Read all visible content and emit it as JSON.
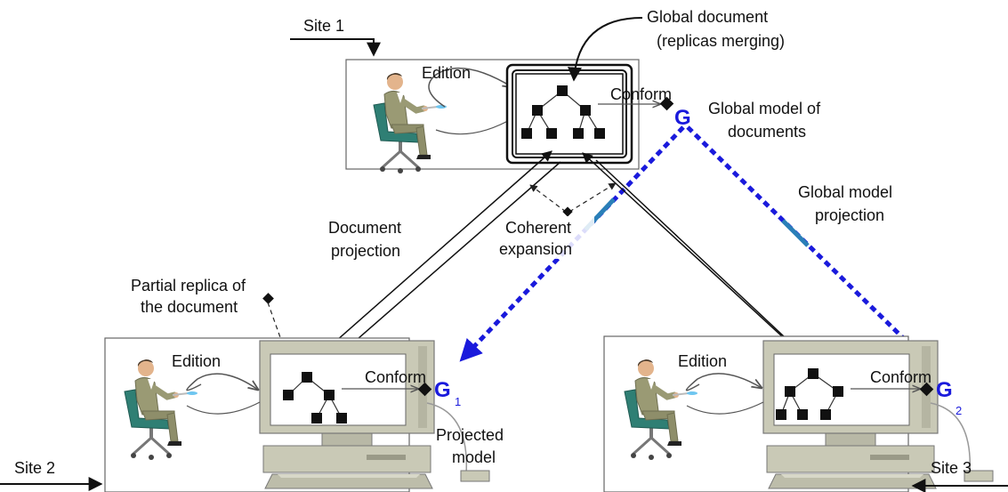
{
  "sites": {
    "site1": "Site 1",
    "site2": "Site 2",
    "site3": "Site 3"
  },
  "labels": {
    "global_document_line1": "Global document",
    "global_document_line2": "(replicas merging)",
    "global_model_line1": "Global model of",
    "global_model_line2": "documents",
    "global_projection_line1": "Global model",
    "global_projection_line2": "projection",
    "document_projection_line1": "Document",
    "document_projection_line2": "projection",
    "coherent_line1": "Coherent",
    "coherent_line2": "expansion",
    "partial_replica_line1": "Partial replica of",
    "partial_replica_line2": "the document",
    "projected_model_line1": "Projected",
    "projected_model_line2": "model",
    "edition_site1": "Edition",
    "edition_site2": "Edition",
    "edition_site3": "Edition",
    "conform_site1": "Conform",
    "conform_site2": "Conform",
    "conform_site3": "Conform"
  },
  "models": {
    "global": "G",
    "g1_letter": "G",
    "g1_sub": "1",
    "g2_letter": "G",
    "g2_sub": "2"
  },
  "colors": {
    "model_blue": "#1a1adc",
    "projection_arrow_blue": "#1a1adc",
    "projection_arrow_teal": "#2a7fb8",
    "monitor_body": "#c9c9b6",
    "suit": "#9a9a74",
    "chair": "#2f7f74"
  }
}
